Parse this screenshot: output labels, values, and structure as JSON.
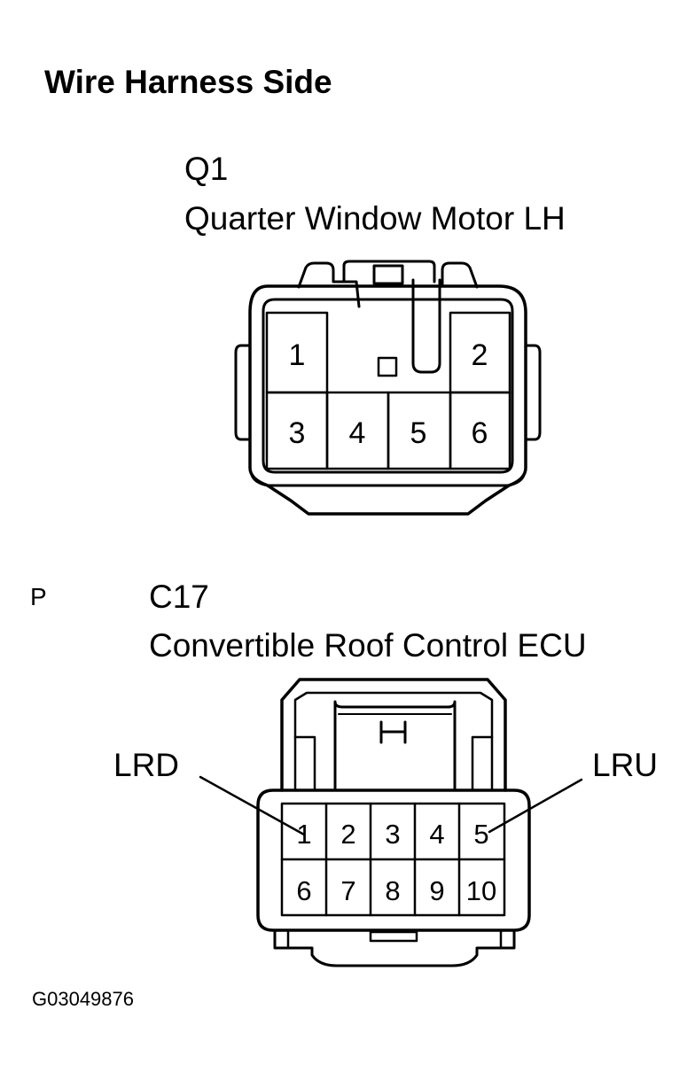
{
  "title": "Wire Harness Side",
  "connector_q1": {
    "code": "Q1",
    "name": "Quarter Window Motor LH",
    "pins": [
      "1",
      "2",
      "3",
      "4",
      "5",
      "6"
    ]
  },
  "connector_c17": {
    "marker": "P",
    "code": "C17",
    "name": "Convertible Roof Control ECU",
    "pins": [
      "1",
      "2",
      "3",
      "4",
      "5",
      "6",
      "7",
      "8",
      "9",
      "10"
    ],
    "callouts": {
      "left": "LRD",
      "right": "LRU"
    }
  },
  "image_id": "G03049876"
}
